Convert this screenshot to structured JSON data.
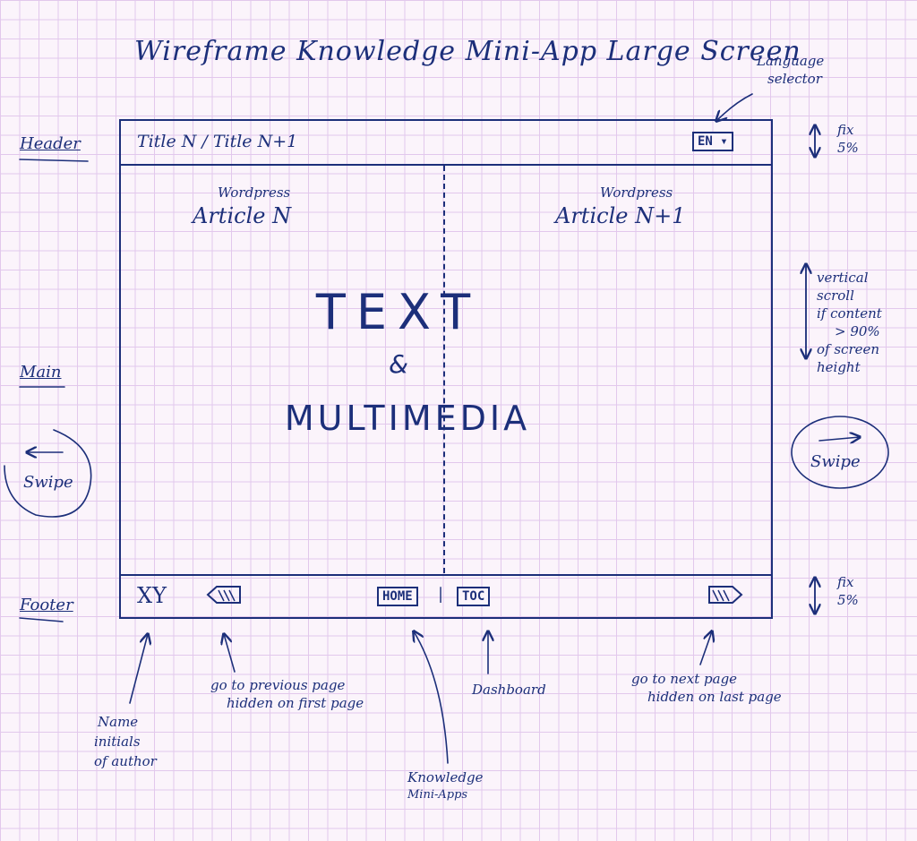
{
  "title": "Wireframe Knowledge Mini-App Large Screen",
  "side_labels": {
    "header": "Header",
    "main": "Main",
    "footer": "Footer"
  },
  "header": {
    "titles": "Title N / Title N+1",
    "language_button": "EN",
    "language_annotation_1": "Language",
    "language_annotation_2": "selector"
  },
  "main": {
    "left_source": "Wordpress",
    "left_article": "Article N",
    "right_source": "Wordpress",
    "right_article": "Article N+1",
    "text_line": "TEXT",
    "and_line": "&",
    "multimedia_line": "MULTIMEDIA"
  },
  "footer": {
    "initials": "XY",
    "home_button": "HOME",
    "toc_button": "TOC",
    "separator": "|"
  },
  "right_notes": {
    "header_fix_1": "fix",
    "header_fix_2": "5%",
    "scroll_1": "vertical",
    "scroll_2": "scroll",
    "scroll_3": "if content",
    "scroll_4": "> 90%",
    "scroll_5": "of screen",
    "scroll_6": "height",
    "footer_fix_1": "fix",
    "footer_fix_2": "5%"
  },
  "swipe": {
    "left_label": "Swipe",
    "right_label": "Swipe"
  },
  "annotations": {
    "name_1": "Name",
    "name_2": "initials",
    "name_3": "of author",
    "prev_1": "go to previous page",
    "prev_2": "hidden on first page",
    "dashboard": "Dashboard",
    "next_1": "go to next page",
    "next_2": "hidden on last page",
    "knowledge_1": "Knowledge",
    "knowledge_2": "Mini-Apps"
  },
  "colors": {
    "ink": "#1c2f7a",
    "paper": "#fbf4fb",
    "grid": "#e2c8ec"
  }
}
